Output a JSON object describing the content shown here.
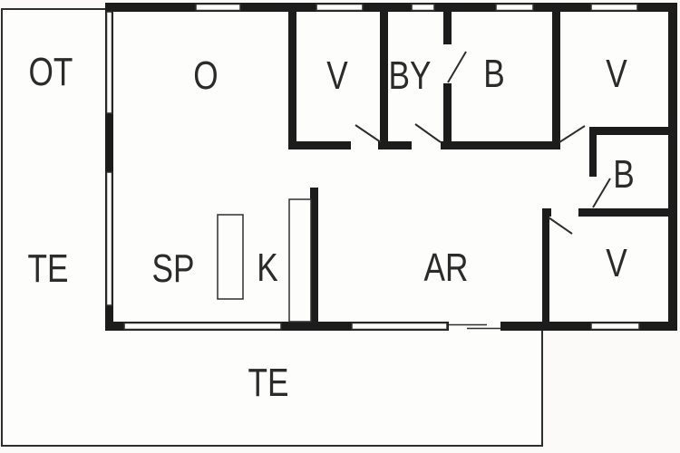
{
  "plan": {
    "rooms": {
      "ot": {
        "label": "OT"
      },
      "o": {
        "label": "O"
      },
      "v_top": {
        "label": "V"
      },
      "by": {
        "label": "BY"
      },
      "b_top": {
        "label": "B"
      },
      "v_top_right": {
        "label": "V"
      },
      "b_small": {
        "label": "B"
      },
      "v_bottom_right": {
        "label": "V"
      },
      "te_left": {
        "label": "TE"
      },
      "sp": {
        "label": "SP"
      },
      "k": {
        "label": "K"
      },
      "ar": {
        "label": "AR"
      },
      "te_bottom": {
        "label": "TE"
      }
    },
    "colors": {
      "background": "#fbfaf8",
      "floor": "#fdfdfc",
      "wall": "#1c1c1c",
      "thin_line": "#2e2e2e",
      "text": "#2b2b2b"
    }
  }
}
